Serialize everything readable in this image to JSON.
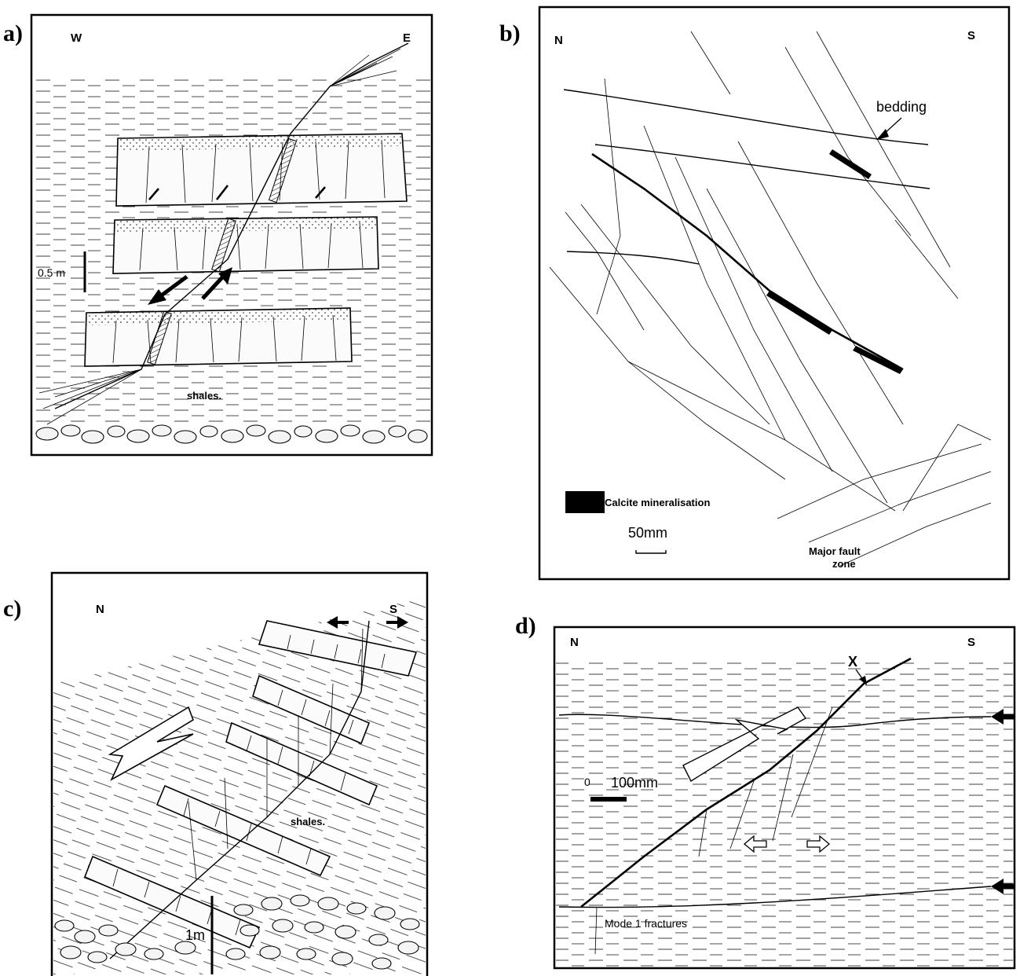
{
  "panels": {
    "a": {
      "label": "a)",
      "west": "W",
      "east": "E",
      "scale": "0.5 m",
      "rock": "shales."
    },
    "b": {
      "label": "b)",
      "north": "N",
      "south": "S",
      "bedding": "bedding",
      "legend": "Calcite mineralisation",
      "scale": "50mm",
      "fault_zone_line1": "Major fault",
      "fault_zone_line2": "zone"
    },
    "c": {
      "label": "c)",
      "north": "N",
      "south": "S",
      "rock": "shales.",
      "scale": "1m"
    },
    "d": {
      "label": "d)",
      "north": "N",
      "south": "S",
      "marker": "X",
      "scale_zero": "0",
      "scale": "100mm",
      "fractures": "Mode 1 fractures"
    }
  }
}
